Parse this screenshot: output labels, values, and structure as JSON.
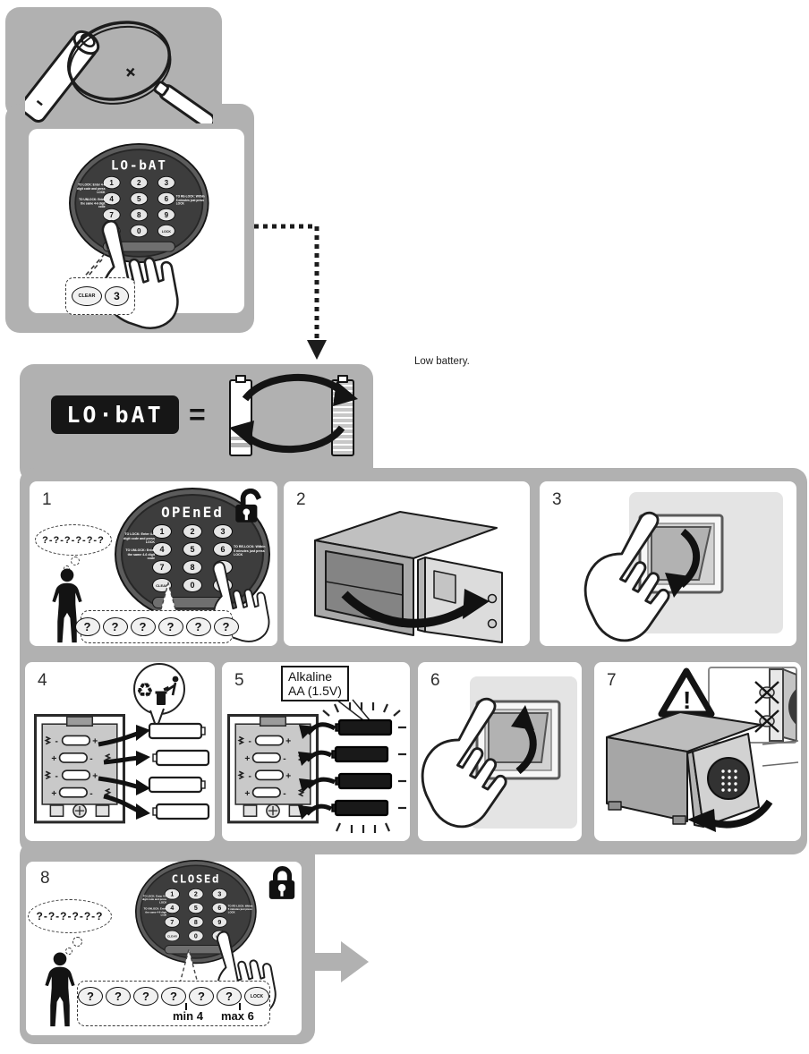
{
  "panel_top": {
    "display": "LO-bAT",
    "callout": {
      "clear": "CLEAR",
      "digit": "3"
    }
  },
  "legend": {
    "display": "LO·bAT",
    "equals": "=",
    "caption": "Low battery."
  },
  "keypad": {
    "digits": [
      "1",
      "2",
      "3",
      "4",
      "5",
      "6",
      "7",
      "8",
      "9"
    ],
    "clear": "CLEAR",
    "zero": "0",
    "lock": "LOCK",
    "to_lock": "TO LOCK: Enter 4-6 digit code and press LOCK",
    "to_unlock": "TO UNLOCK: Enter the same 4-6 digit code",
    "to_relock": "TO RE-LOCK: Within 5 minutes just press LOCK"
  },
  "steps": {
    "s1": {
      "num": "1",
      "display": "OPEnEd",
      "thought": "?-?-?-?-?-?",
      "slots": [
        "?",
        "?",
        "?",
        "?",
        "?",
        "?"
      ]
    },
    "s2": {
      "num": "2"
    },
    "s3": {
      "num": "3"
    },
    "s4": {
      "num": "4"
    },
    "s5": {
      "num": "5",
      "label1": "Alkaline",
      "label2": "AA (1.5V)"
    },
    "s6": {
      "num": "6"
    },
    "s7": {
      "num": "7"
    },
    "s8": {
      "num": "8",
      "display": "CLOSEd",
      "thought": "?-?-?-?-?-?",
      "slots": [
        "?",
        "?",
        "?",
        "?",
        "?",
        "?"
      ],
      "lock": "LOCK",
      "min": "min 4",
      "max": "max 6"
    }
  },
  "icons": {
    "recycle": "♻",
    "warning": "!"
  }
}
